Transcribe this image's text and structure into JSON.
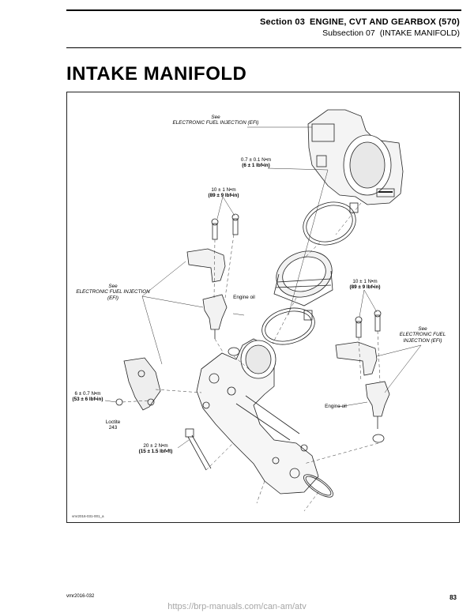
{
  "header": {
    "section_label": "Section 03",
    "section_title": "ENGINE, CVT AND GEARBOX (570)",
    "subsection_label": "Subsection 07",
    "subsection_title": "(INTAKE MANIFOLD)"
  },
  "page_title": "INTAKE MANIFOLD",
  "figure": {
    "see_label": "See",
    "efi_ref": "ELECTRONIC FUEL INJECTION (EFI)",
    "torque_throttle_top": "0.7 ± 0.1 N•m",
    "torque_throttle_bottom": "(6 ± 1 lbf•in)",
    "torque_rail_left_top": "10 ± 1 N•m",
    "torque_rail_left_bottom": "(89 ± 9 lbf•in)",
    "torque_rail_right_top": "10 ± 1 N•m",
    "torque_rail_right_bottom": "(89 ± 9 lbf•in)",
    "torque_bracket_top": "6 ± 0.7 N•m",
    "torque_bracket_bottom": "(53 ± 6 lbf•in)",
    "torque_manifold_top": "20 ± 2 N•m",
    "torque_manifold_bottom": "(15 ± 1.5 lbf•ft)",
    "engine_oil": "Engine oil",
    "loctite": "Loctite",
    "loctite_number": "243",
    "figure_code": "vmr2016-031-001_a"
  },
  "footer": {
    "code": "vmr2016-032",
    "page_number": "83",
    "watermark": "https://brp-manuals.com/can-am/atv"
  }
}
